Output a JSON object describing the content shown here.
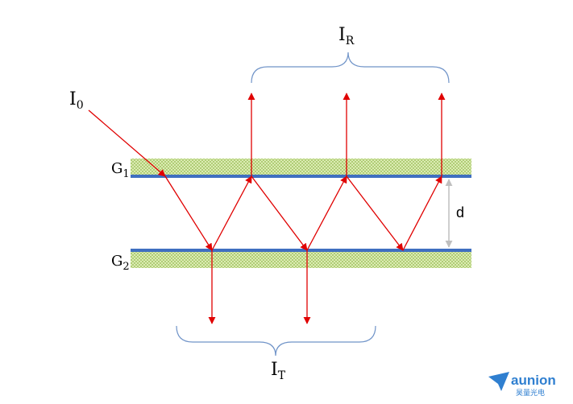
{
  "labels": {
    "incident": {
      "main": "I",
      "sub": "0"
    },
    "reflected": {
      "main": "I",
      "sub": "R"
    },
    "transmitted": {
      "main": "I",
      "sub": "T"
    },
    "surface_top": {
      "main": "G",
      "sub": "1"
    },
    "surface_bottom": {
      "main": "G",
      "sub": "2"
    },
    "gap": "d"
  },
  "logo": {
    "name": "aunion",
    "subtitle": "昊量光电"
  },
  "colors": {
    "ray": "#e00000",
    "surface_line": "#3f6fc0",
    "layer_fill": "#c6dc8a",
    "brace": "#6f93c8",
    "gap_marker": "#bfbfbf",
    "logo": "#2f7fd0"
  }
}
